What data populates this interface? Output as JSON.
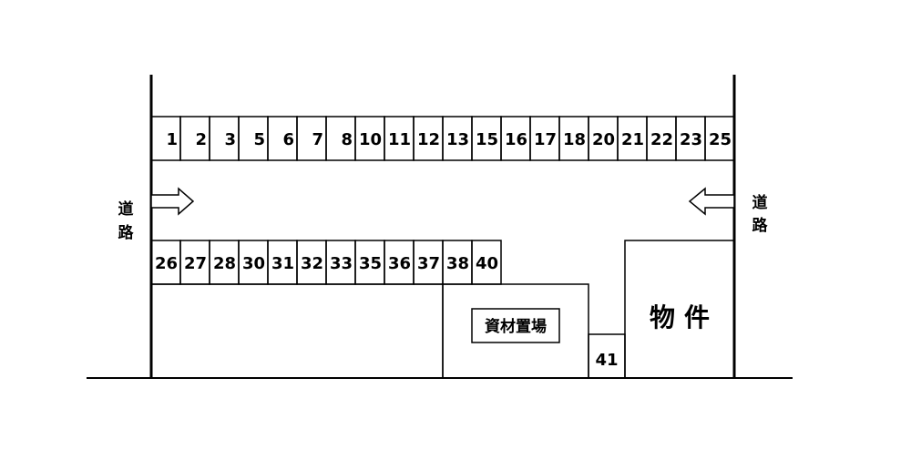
{
  "parking_row_top": [
    "1",
    "2",
    "3",
    "5",
    "6",
    "7",
    "8",
    "10",
    "11",
    "12",
    "13",
    "15",
    "16",
    "17",
    "18",
    "20",
    "21",
    "22",
    "23",
    "25"
  ],
  "parking_row_bottom": [
    "26",
    "27",
    "28",
    "30",
    "31",
    "32",
    "33",
    "35",
    "36",
    "37",
    "38",
    "40"
  ],
  "parking_41": "41",
  "road_left": [
    "道",
    "路"
  ],
  "road_right": [
    "道",
    "路"
  ],
  "storage_label": "資材置場",
  "property_label": [
    "物",
    "件"
  ]
}
